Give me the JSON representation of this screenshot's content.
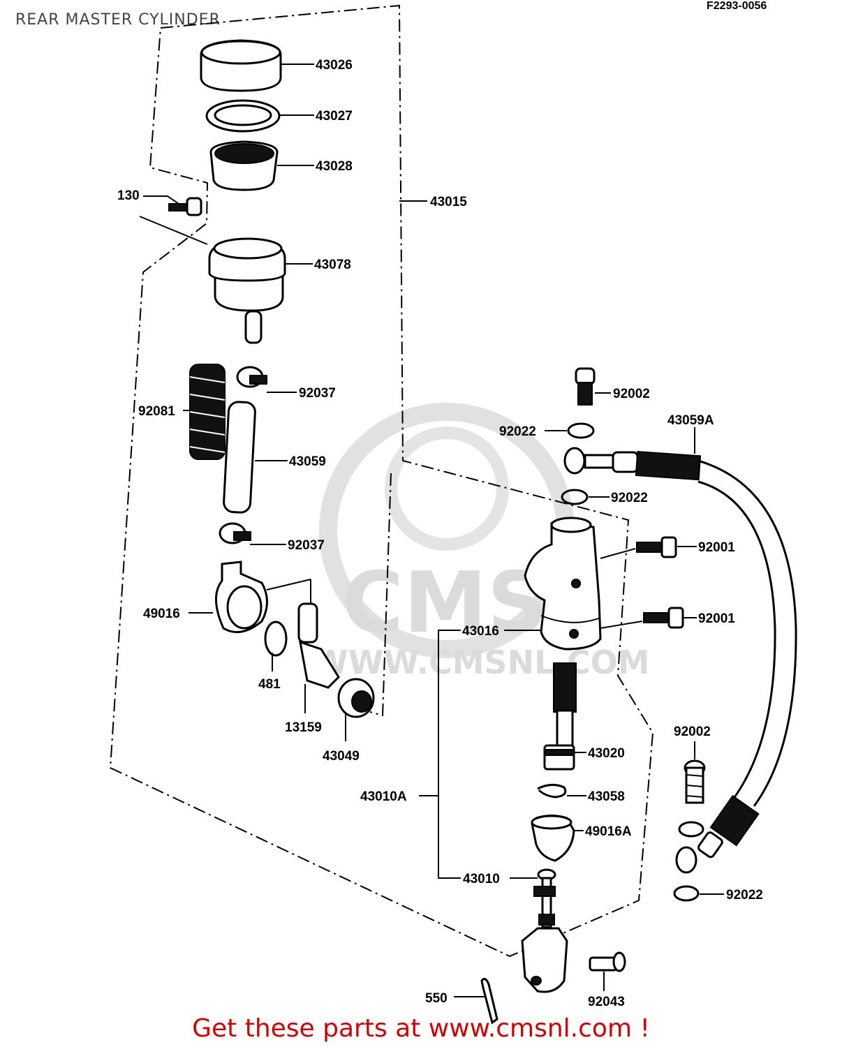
{
  "page": {
    "title": "REAR MASTER CYLINDER",
    "figure_ref": "F2293-0056",
    "footer": "Get these parts at www.cmsnl.com !"
  },
  "watermark": {
    "logo_text": "CMS",
    "url_text": "WWW.CMSNL.COM"
  },
  "parts": {
    "p43026": "43026",
    "p43027": "43027",
    "p43028": "43028",
    "p130": "130",
    "p43015": "43015",
    "p43078": "43078",
    "p92037a": "92037",
    "p92081": "92081",
    "p43059": "43059",
    "p92037b": "92037",
    "p49016": "49016",
    "p481": "481",
    "p13159": "13159",
    "p43049": "43049",
    "p92002a": "92002",
    "p92022a": "92022",
    "p43059A": "43059A",
    "p92022b": "92022",
    "p92001a": "92001",
    "p92001b": "92001",
    "p43016": "43016",
    "p43020": "43020",
    "p43058": "43058",
    "p43010A": "43010A",
    "p49016A": "49016A",
    "p43010": "43010",
    "p92002b": "92002",
    "p92022c": "92022",
    "p550": "550",
    "p92043": "92043"
  }
}
